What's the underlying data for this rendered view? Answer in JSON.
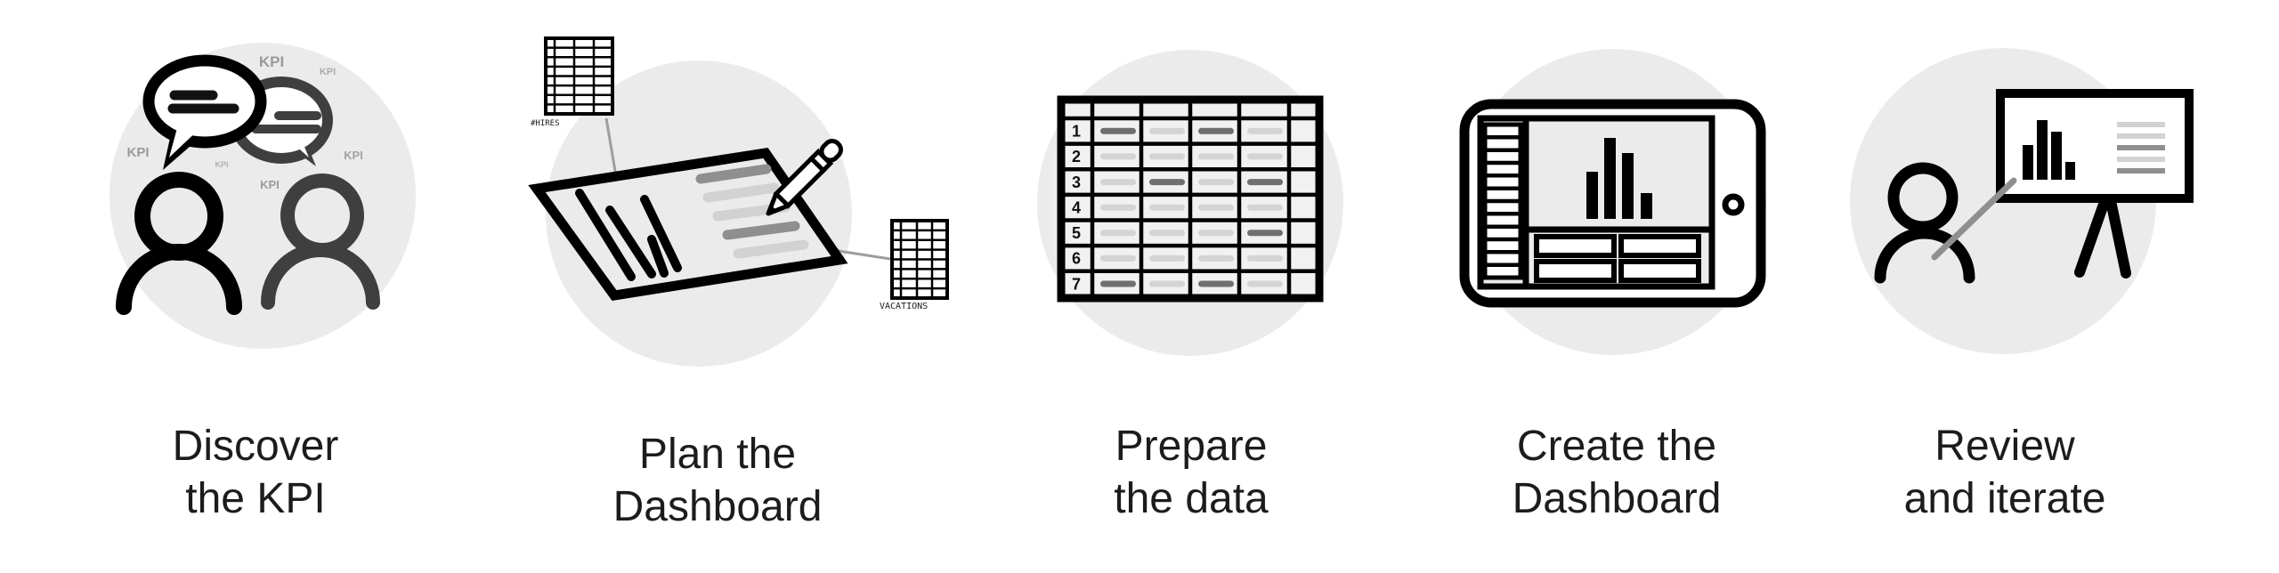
{
  "colors": {
    "background": "#ffffff",
    "circle_bg": "#ebebeb",
    "primary_stroke": "#000000",
    "secondary_stroke": "#3f3f3f",
    "kpi_text": "#9a9a9a",
    "line_light": "#d2d2d2",
    "line_mid": "#8f8f8f",
    "bar_dark": "#6f6f6f",
    "bar_light": "#d4d4d4",
    "caption_text": "#1c1c1c"
  },
  "steps": [
    {
      "id": "discover-kpi",
      "caption": [
        "Discover",
        "the KPI"
      ]
    },
    {
      "id": "plan-dashboard",
      "caption": [
        "Plan the",
        "Dashboard"
      ]
    },
    {
      "id": "prepare-data",
      "caption": [
        "Prepare",
        "the data"
      ]
    },
    {
      "id": "create-dashboard",
      "caption": [
        "Create the",
        "Dashboard"
      ]
    },
    {
      "id": "review-iterate",
      "caption": [
        "Review",
        "and iterate"
      ]
    }
  ],
  "icons": {
    "discover": {
      "kpi_labels": [
        "KPI",
        "KPI",
        "KPI",
        "KPI",
        "KPI",
        "KPI"
      ]
    },
    "plan": {
      "top_sheet_label": "#HIRES",
      "right_sheet_label": "VACATIONS"
    },
    "prepare": {
      "row_numbers": [
        "1",
        "2",
        "3",
        "4",
        "5",
        "6",
        "7"
      ],
      "cell_bars": [
        [
          "d",
          "l",
          "d",
          "l"
        ],
        [
          "l",
          "l",
          "l",
          "l"
        ],
        [
          "l",
          "d",
          "l",
          "d"
        ],
        [
          "l",
          "l",
          "l",
          "l"
        ],
        [
          "l",
          "l",
          "l",
          "d"
        ],
        [
          "l",
          "l",
          "l",
          "l"
        ],
        [
          "d",
          "l",
          "d",
          "l"
        ]
      ]
    }
  }
}
